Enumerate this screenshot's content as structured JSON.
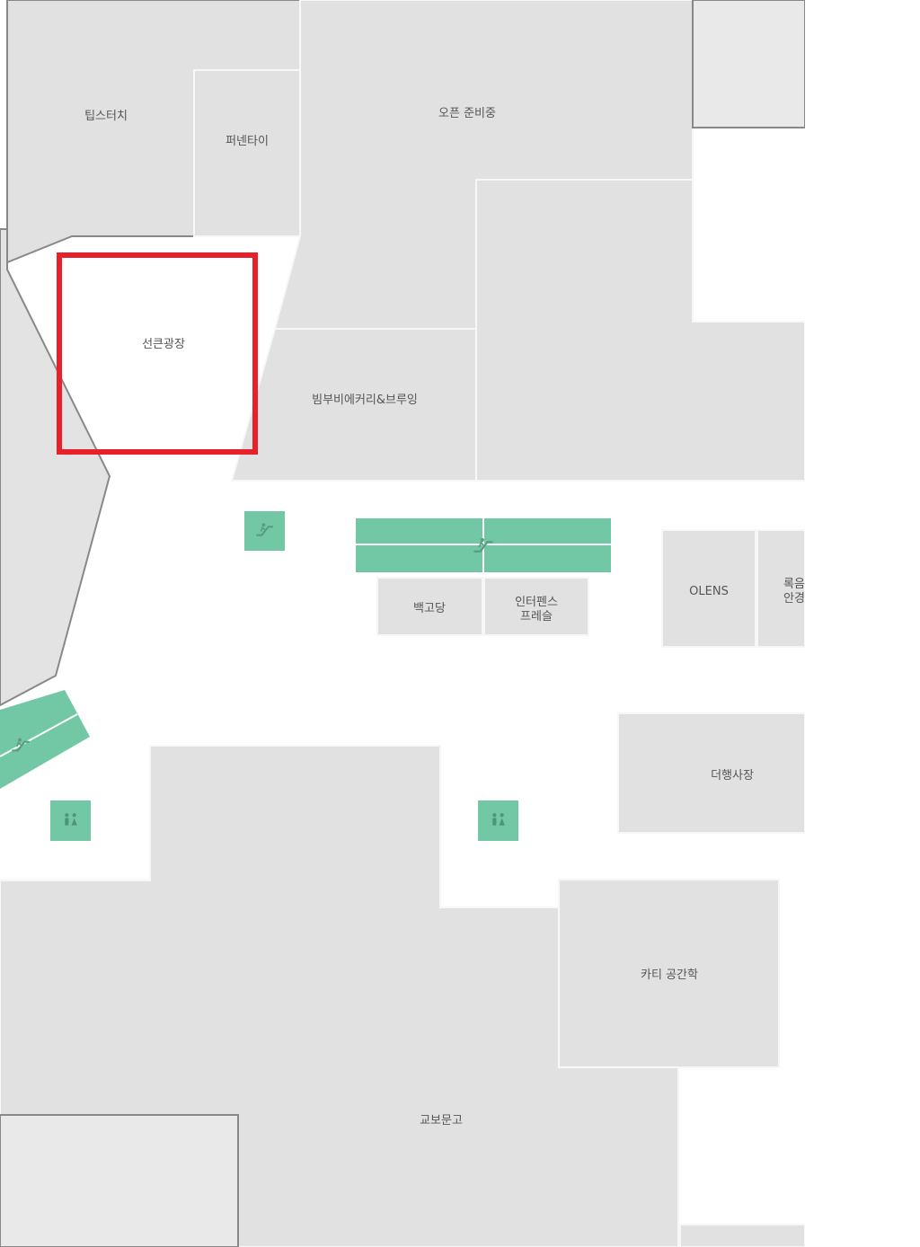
{
  "map": {
    "colors": {
      "background": "#ffffff",
      "store": "#e1e1e1",
      "store_light": "#e9e9e9",
      "store_border": "#f7f7f7",
      "outline": "#888888",
      "facility": "#72c8a4",
      "highlight": "#e8202a",
      "label": "#555555"
    },
    "stores": {
      "tips_touch": "팁스터치",
      "fun_tie": "퍼넨타이",
      "open_jun": "오픈 준비중",
      "seongeun_plaza": "선큰광장",
      "bimbubi": "빔부비에커리&브루잉",
      "baekgodang": "백고당",
      "interpark_premium_line1": "인터펜스",
      "interpark_premium_line2": "프레슬",
      "olens": "OLENS",
      "partial_right_line1": "록음",
      "partial_right_line2": "안경",
      "deohaengsajang": "더행사장",
      "kati_space": "카티 공간학",
      "kyobo": "교보문고"
    },
    "icons": {
      "escalator": "escalator-icon",
      "elevator": "elevator-icon",
      "restroom": "restroom-icon"
    },
    "highlighted_store": "선큰광장"
  }
}
